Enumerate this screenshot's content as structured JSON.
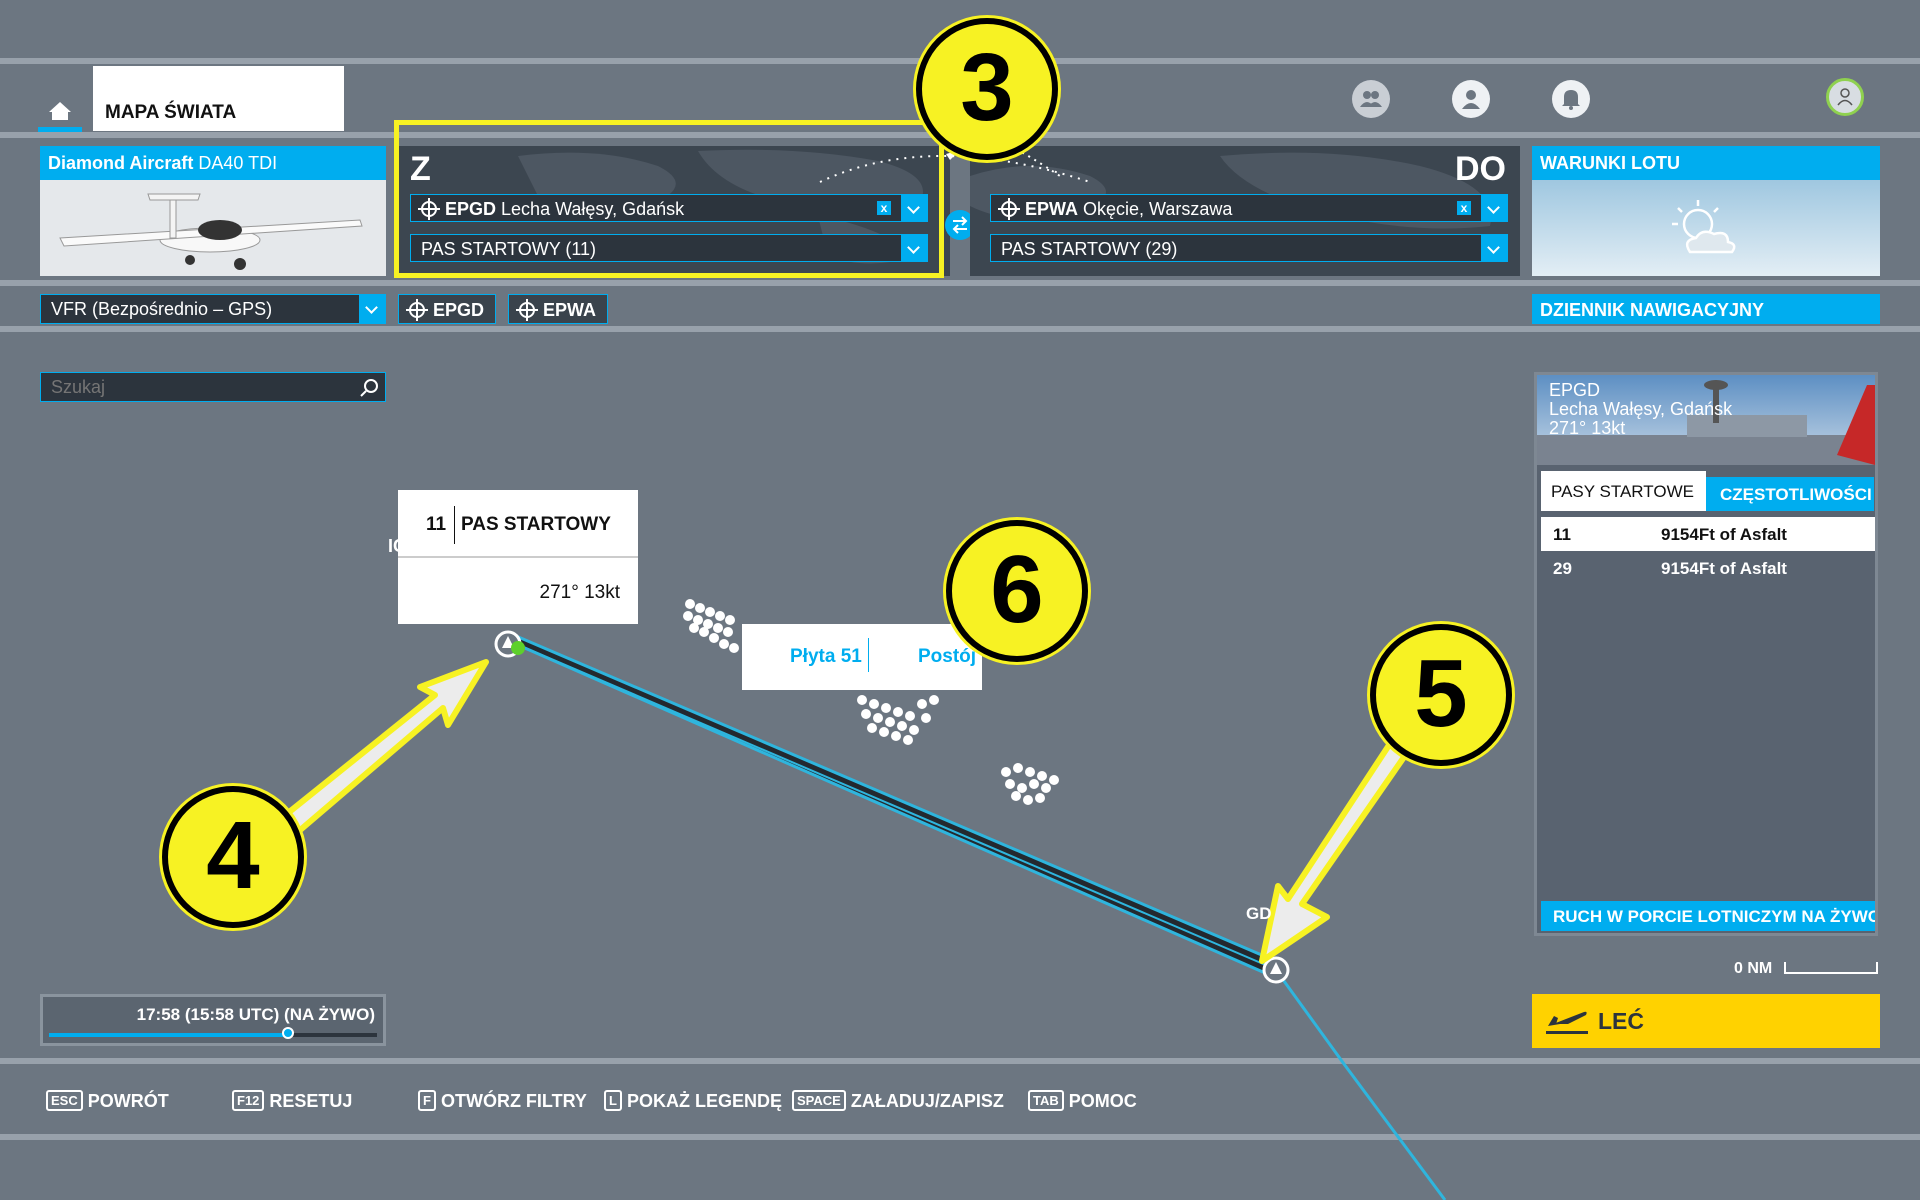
{
  "nav": {
    "world_map_tab": "MAPA ŚWIATA"
  },
  "aircraft": {
    "brand": "Diamond Aircraft",
    "model": "DA40 TDI"
  },
  "departure": {
    "label": "Z",
    "icao": "EPGD",
    "name": "Lecha Wałęsy, Gdańsk",
    "clear": "x",
    "runway": "PAS STARTOWY (11)"
  },
  "arrival": {
    "label": "DO",
    "icao": "EPWA",
    "name": "Okęcie, Warszawa",
    "clear": "x",
    "runway": "PAS STARTOWY (29)"
  },
  "weather": {
    "title": "WARUNKI LOTU"
  },
  "flight_plan": {
    "type": "VFR (Bezpośrednio – GPS)",
    "waypoint_from": "EPGD",
    "waypoint_to": "EPWA"
  },
  "navlog": {
    "label": "DZIENNIK NAWIGACYJNY"
  },
  "search": {
    "placeholder": "Szukaj"
  },
  "map": {
    "runway_popup": {
      "number": "11",
      "label": "PAS STARTOWY",
      "wind": "271° 13kt"
    },
    "parking_popup": {
      "name": "Płyta 51",
      "status": "Postój"
    },
    "label_gd": "GD",
    "label_ic": "IC"
  },
  "airport_panel": {
    "icao": "EPGD",
    "name": "Lecha Wałęsy, Gdańsk",
    "wind": "271° 13kt",
    "tab_runways": "PASY STARTOWE",
    "tab_freq": "CZĘSTOTLIWOŚCI",
    "runways": [
      {
        "id": "11",
        "info": "9154Ft of Asfalt"
      },
      {
        "id": "29",
        "info": "9154Ft of Asfalt"
      }
    ],
    "live_traffic": "RUCH W PORCIE LOTNICZYM NA ŻYWO"
  },
  "scale": {
    "label": "0 NM"
  },
  "time": {
    "value": "17:58 (15:58 UTC) (NA ŻYWO)",
    "progress": 0.73
  },
  "fly_button": {
    "label": "LEĆ"
  },
  "footer": [
    {
      "key": "ESC",
      "label": "POWRÓT"
    },
    {
      "key": "F12",
      "label": "RESETUJ"
    },
    {
      "key": "F",
      "label": "OTWÓRZ FILTRY"
    },
    {
      "key": "L",
      "label": "POKAŻ LEGENDĘ"
    },
    {
      "key": "SPACE",
      "label": "ZAŁADUJ/ZAPISZ"
    },
    {
      "key": "TAB",
      "label": "POMOC"
    }
  ],
  "callouts": [
    "3",
    "4",
    "5",
    "6"
  ],
  "colors": {
    "accent": "#00adef",
    "highlight": "#f7f223",
    "fly": "#ffd200",
    "background": "#6c7681"
  }
}
